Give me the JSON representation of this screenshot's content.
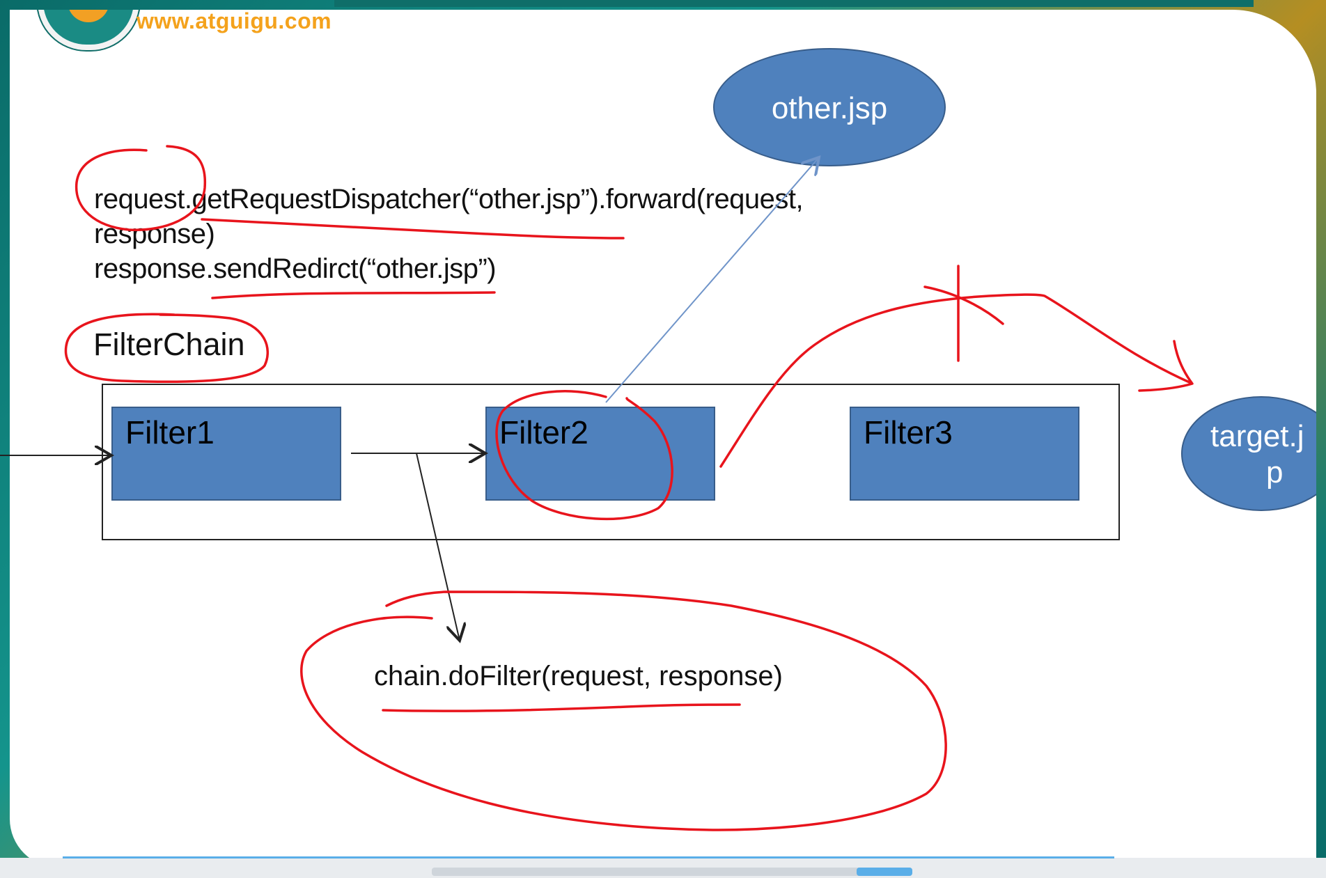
{
  "logo": {
    "text": "www.atguigu.com"
  },
  "code": {
    "line1": "request.getRequestDispatcher(“other.jsp”).forward(request,",
    "line2": "response)",
    "line3": "response.sendRedirct(“other.jsp”)"
  },
  "filter_chain": {
    "label": "FilterChain",
    "filters": [
      {
        "label": "Filter1"
      },
      {
        "label": "Filter2"
      },
      {
        "label": "Filter3"
      }
    ]
  },
  "nodes": {
    "other_jsp": "other.jsp",
    "target_jsp_line1": "target.j",
    "target_jsp_line2": "p"
  },
  "do_filter": "chain.doFilter(request, response)",
  "colors": {
    "box_fill": "#4f81bd",
    "box_border": "#385d8a",
    "annotation": "#e8141c",
    "arrow_blue": "#6f94c9"
  }
}
